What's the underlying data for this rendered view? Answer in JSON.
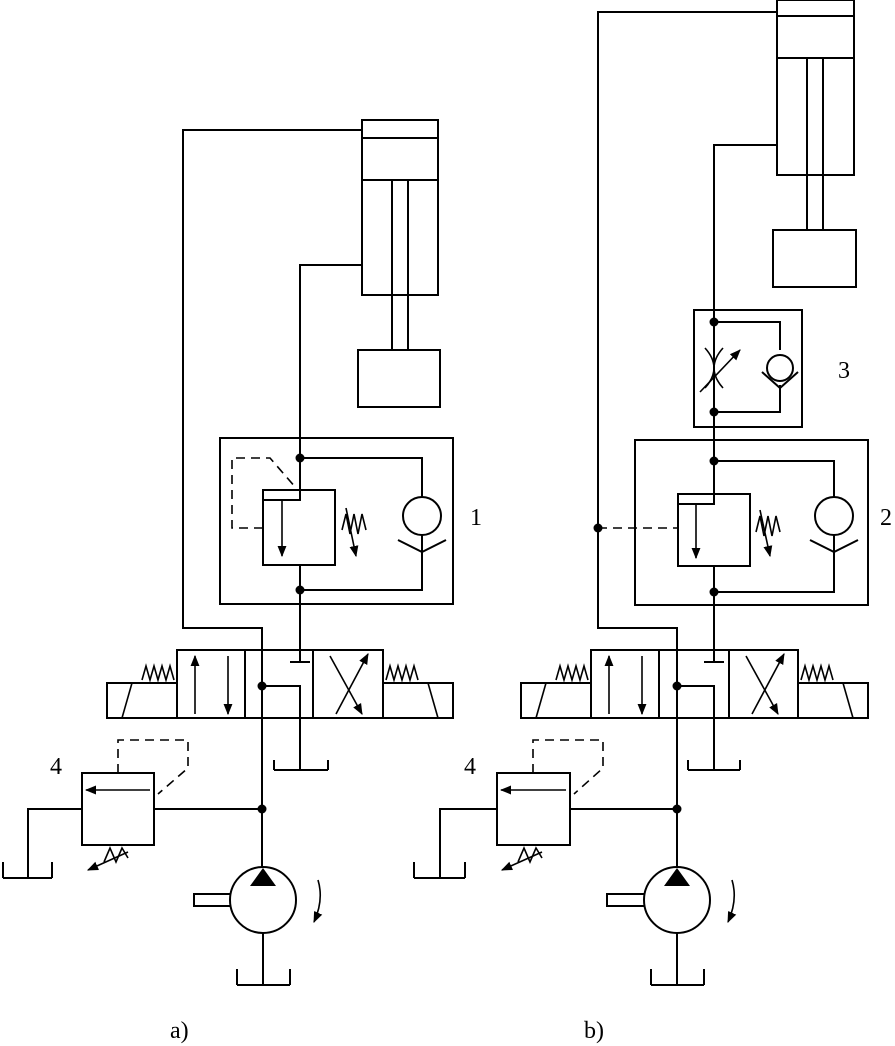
{
  "labels": {
    "valve_1": "1",
    "valve_2": "2",
    "valve_3": "3",
    "relief_a": "4",
    "relief_b": "4",
    "caption_a": "a)",
    "caption_b": "b)"
  },
  "colors": {
    "line": "#000000",
    "background": "#ffffff"
  }
}
